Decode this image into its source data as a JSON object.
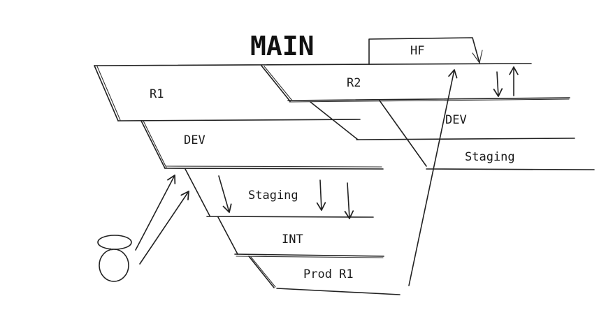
{
  "diagram": {
    "title": "MAIN",
    "labels": {
      "hf": "HF",
      "r1": "R1",
      "r2": "R2",
      "dev_r1": "DEV",
      "dev_r2": "DEV",
      "staging_r1": "Staging",
      "staging_r2": "Staging",
      "int": "INT",
      "prod_r1": "Prod R1"
    },
    "colors": {
      "ink": "#222222",
      "background": "#ffffff"
    },
    "icons": [
      "person-icon",
      "arrow-up-icon",
      "arrow-down-icon"
    ]
  }
}
